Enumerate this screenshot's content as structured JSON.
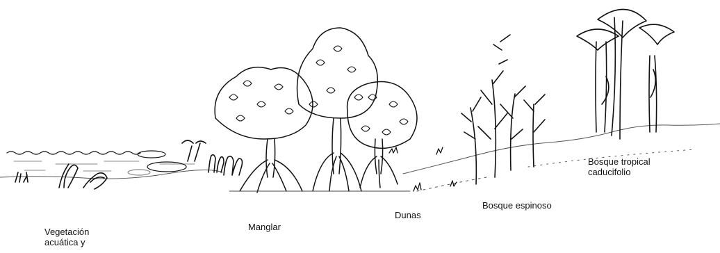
{
  "zones": {
    "aquatic": {
      "line1": "Vegetación",
      "line2": "acuática y"
    },
    "mangrove": {
      "label": "Manglar"
    },
    "dunes": {
      "label": "Dunas"
    },
    "thorn_forest": {
      "label": "Bosque espinoso"
    },
    "tropical_forest": {
      "line1": "Bosque tropical",
      "line2": "caducifolio"
    }
  },
  "colors": {
    "ink": "#111111",
    "background": "#ffffff"
  }
}
